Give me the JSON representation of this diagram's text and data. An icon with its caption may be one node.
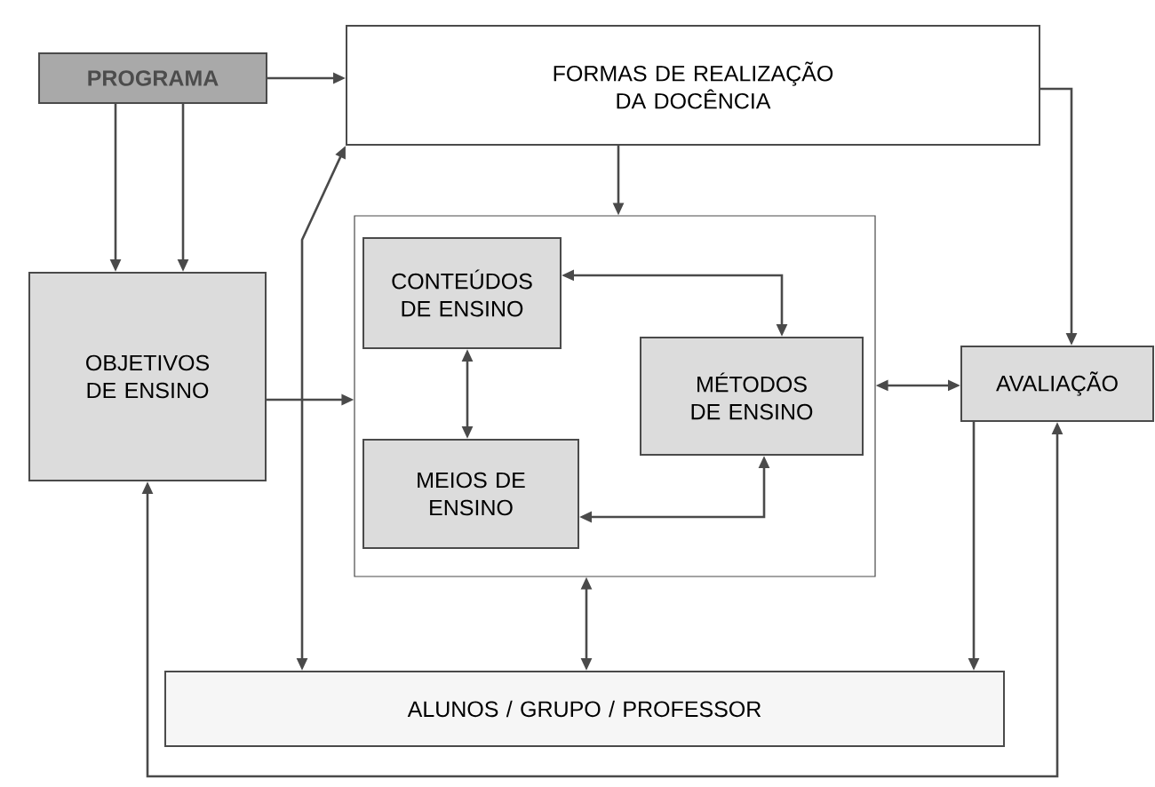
{
  "diagram": {
    "nodes": [
      {
        "text": [
          "PROGRAMA"
        ]
      },
      {
        "text": [
          "FORMAS DE REALIZAÇÃO DA DOCÊNCIA"
        ]
      },
      {
        "text": [
          "OBJETIVOS DE ENSINO"
        ]
      },
      {
        "text": [],
        "shape": "box"
      },
      {
        "text": [
          "CONTEÚDOS DE ENSINO"
        ],
        "in": 3
      },
      {
        "text": [
          "MÉTODOS DE ENSINO"
        ],
        "in": 3
      },
      {
        "text": [
          "MEIOS DE ENSINO"
        ],
        "in": 3
      },
      {
        "text": [
          "AVALIAÇÃO"
        ]
      },
      {
        "text": [
          "ALUNOS / GRUPO / PROFESSOR"
        ]
      }
    ],
    "edges": [
      {
        "from": 0,
        "to": 2,
        "arrow": "to"
      },
      {
        "from": 0,
        "to": 2,
        "arrow": "to"
      },
      {
        "from": 0,
        "to": 1,
        "arrow": "to"
      },
      {
        "from": 1,
        "to": 3,
        "arrow": "to"
      },
      {
        "from": 1,
        "to": 7,
        "arrow": "to"
      },
      {
        "from": 2,
        "to": 3,
        "arrow": "to"
      },
      {
        "from": 4,
        "to": 5,
        "arrow": "both"
      },
      {
        "from": 4,
        "to": 6,
        "arrow": "both"
      },
      {
        "from": 6,
        "to": 5,
        "arrow": "both"
      },
      {
        "from": 3,
        "to": 7,
        "arrow": "both"
      },
      {
        "from": 3,
        "to": 8,
        "arrow": "both"
      },
      {
        "from": 7,
        "to": 8,
        "arrow": "to"
      },
      {
        "from": 8,
        "to": 1,
        "arrow": "both"
      },
      {
        "from": 2,
        "to": 7,
        "arrow": "both"
      }
    ]
  }
}
